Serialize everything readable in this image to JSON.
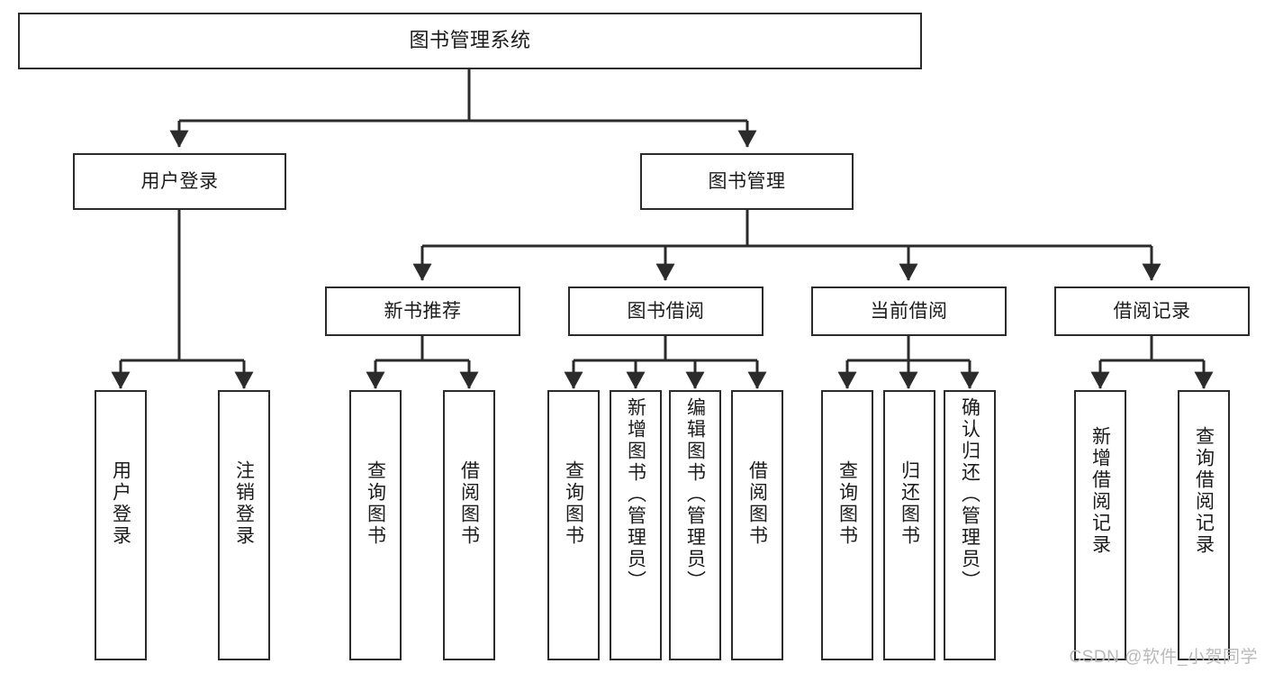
{
  "diagram": {
    "title": "图书管理系统",
    "type": "hierarchy-tree",
    "watermark": "CSDN @软件_小贺同学",
    "colors": {
      "box_stroke": "#2b2b2b",
      "box_fill": "#ffffff",
      "edge": "#2b2b2b",
      "text": "#1b1b1b",
      "watermark": "#b9b9b9"
    },
    "nodes": {
      "root": {
        "label": "图书管理系统",
        "level": 0,
        "orientation": "horizontal"
      },
      "l1_a": {
        "label": "用户登录",
        "level": 1,
        "orientation": "horizontal"
      },
      "l1_b": {
        "label": "图书管理",
        "level": 1,
        "orientation": "horizontal"
      },
      "l2_a": {
        "label": "新书推荐",
        "level": 2,
        "orientation": "horizontal"
      },
      "l2_b": {
        "label": "图书借阅",
        "level": 2,
        "orientation": "horizontal"
      },
      "l2_c": {
        "label": "当前借阅",
        "level": 2,
        "orientation": "horizontal"
      },
      "l2_d": {
        "label": "借阅记录",
        "level": 2,
        "orientation": "horizontal"
      },
      "leaf_1": {
        "label": "用户登录",
        "level": 3,
        "orientation": "vertical",
        "parent": "用户登录"
      },
      "leaf_2": {
        "label": "注销登录",
        "level": 3,
        "orientation": "vertical",
        "parent": "用户登录"
      },
      "leaf_3": {
        "label": "查询图书",
        "level": 3,
        "orientation": "vertical",
        "parent": "新书推荐"
      },
      "leaf_4": {
        "label": "借阅图书",
        "level": 3,
        "orientation": "vertical",
        "parent": "新书推荐"
      },
      "leaf_5": {
        "label": "查询图书",
        "level": 3,
        "orientation": "vertical",
        "parent": "图书借阅"
      },
      "leaf_6": {
        "label": "新增图书（管理员）",
        "level": 3,
        "orientation": "vertical",
        "parent": "图书借阅"
      },
      "leaf_7": {
        "label": "编辑图书（管理员）",
        "level": 3,
        "orientation": "vertical",
        "parent": "图书借阅"
      },
      "leaf_8": {
        "label": "借阅图书",
        "level": 3,
        "orientation": "vertical",
        "parent": "图书借阅"
      },
      "leaf_9": {
        "label": "查询图书",
        "level": 3,
        "orientation": "vertical",
        "parent": "当前借阅"
      },
      "leaf_10": {
        "label": "归还图书",
        "level": 3,
        "orientation": "vertical",
        "parent": "当前借阅"
      },
      "leaf_11": {
        "label": "确认归还（管理员）",
        "level": 3,
        "orientation": "vertical",
        "parent": "当前借阅"
      },
      "leaf_12": {
        "label": "新增借阅记录",
        "level": 3,
        "orientation": "vertical",
        "parent": "借阅记录"
      },
      "leaf_13": {
        "label": "查询借阅记录",
        "level": 3,
        "orientation": "vertical",
        "parent": "借阅记录"
      }
    }
  }
}
